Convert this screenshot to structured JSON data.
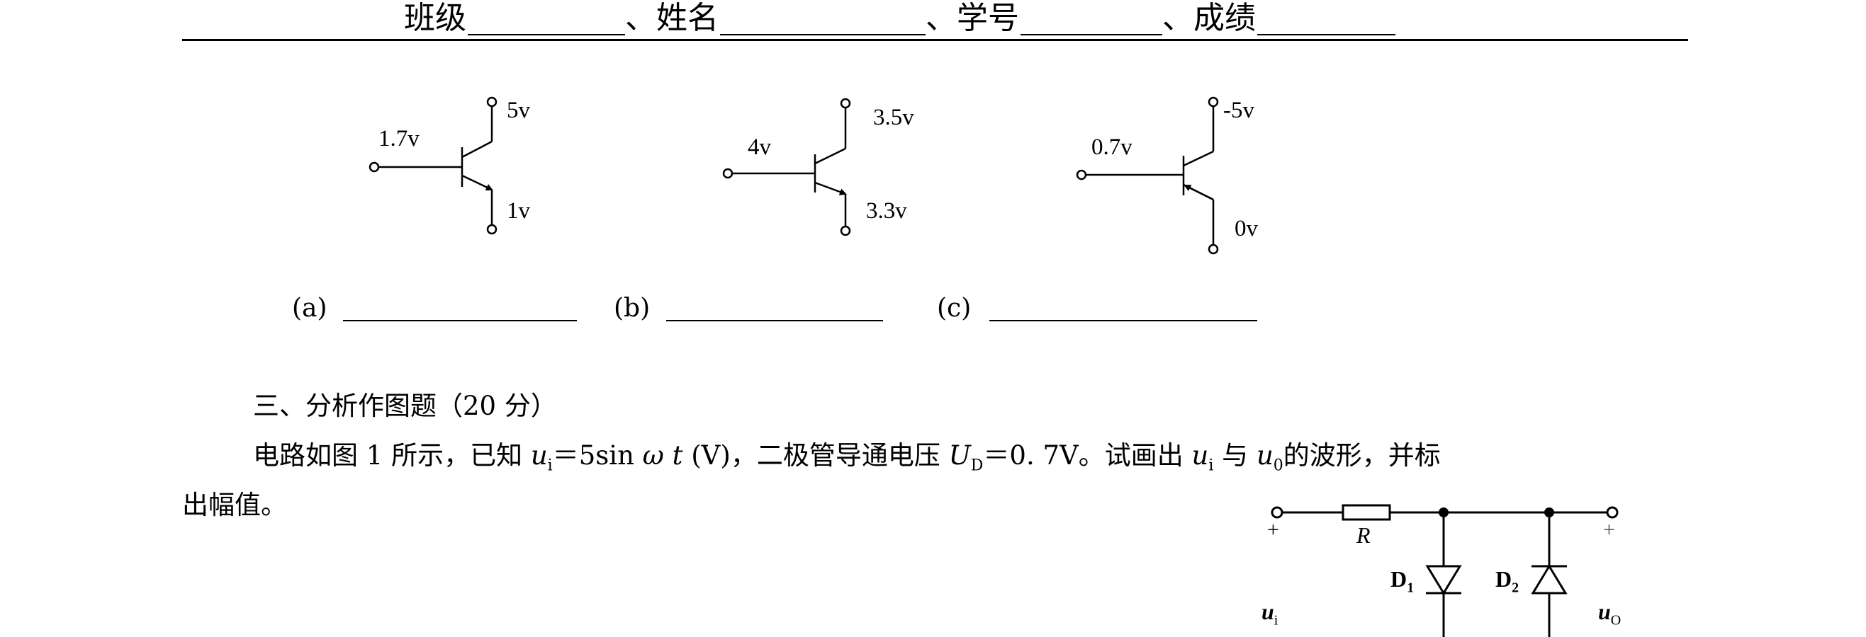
{
  "header": {
    "class_label": "班级",
    "sep1": "、",
    "name_label": "姓名",
    "sep2": "、",
    "student_id_label": "学号",
    "sep3": "、",
    "score_label": "成绩"
  },
  "transistors": [
    {
      "base_v": "1.7v",
      "collector_v": "5v",
      "emitter_v": "1v",
      "caption": "(a)"
    },
    {
      "base_v": "4v",
      "collector_v": "3.5v",
      "emitter_v": "3.3v",
      "caption": "(b)"
    },
    {
      "base_v": "0.7v",
      "collector_v": "-5v",
      "emitter_v": "0v",
      "caption": "(c)"
    }
  ],
  "section3": {
    "heading": "三、分析作图题（20 分）",
    "problem_line1_a": "电路如图 1 所示，已知 ",
    "ui_var": "u",
    "ui_sub": "i",
    "problem_line1_b": "＝5sin ",
    "omega_t": "ω t",
    "problem_line1_c": " (V)，二极管导通电压 ",
    "ud_var": "U",
    "ud_sub": "D",
    "problem_line1_d": "＝0. 7V。试画出 ",
    "ui2_var": "u",
    "ui2_sub": "i",
    "problem_line1_e": " 与 ",
    "uo_var": "u",
    "uo_sub": "0",
    "problem_line1_f": "的波形，并标",
    "problem_line2": "出幅值。"
  },
  "circuit": {
    "plus_left": "+",
    "plus_right": "+",
    "resistor": "R",
    "d1": "D",
    "d1_sub": "1",
    "d2": "D",
    "d2_sub": "2",
    "ui": "u",
    "ui_sub": "i",
    "uo": "u",
    "uo_sub": "O"
  }
}
